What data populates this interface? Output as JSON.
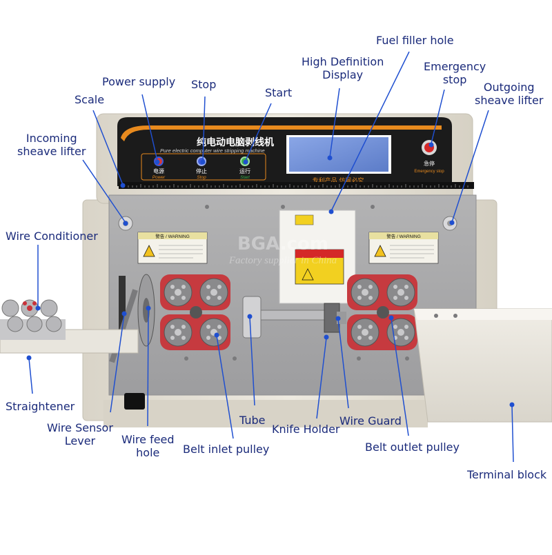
{
  "machine": {
    "title_cn": "纯电动电脑剥线机",
    "title_en": "Pure electric computer wire stripping machine",
    "power_cn": "电源",
    "power_en": "Power",
    "stop_cn": "停止",
    "stop_en": "Stop",
    "start_cn": "运行",
    "start_en": "Start",
    "emergency_cn": "急停",
    "emergency_en": "Emergency stop",
    "patent_cn": "专利产品  仿冒必究",
    "warning_left": "警告 / WARNING",
    "warning_right": "警告 / WARNING",
    "watermark_1": "BGA.com",
    "watermark_2": "Factory supplier in China"
  },
  "labels": {
    "fuel_filler_hole": "Fuel filler hole",
    "high_definition_display": "High Definition\nDisplay",
    "emergency_stop": "Emergency\nstop",
    "power_supply": "Power supply",
    "stop": "Stop",
    "start": "Start",
    "outgoing_sheave_lifter": "Outgoing\nsheave lifter",
    "scale": "Scale",
    "incoming_sheave_lifter": "Incoming\nsheave lifter",
    "wire_conditioner": "Wire Conditioner",
    "straightener": "Straightener",
    "wire_sensor_lever": "Wire Sensor\nLever",
    "wire_feed_hole": "Wire feed\nhole",
    "tube": "Tube",
    "knife_holder": "Knife Holder",
    "wire_guard": "Wire Guard",
    "belt_inlet_pulley": "Belt inlet pulley",
    "belt_outlet_pulley": "Belt outlet pulley",
    "terminal_block": "Terminal block"
  },
  "colors": {
    "label_text": "#1a2a7a",
    "leader_line": "#1f4fd0",
    "dot": "#1f4fd0",
    "panel_black": "#1b1b1b",
    "panel_orange": "#e88a1e",
    "body_beige": "#e7e2d6",
    "plate_gray": "#a9a9aa",
    "roller_red": "#c63a3f",
    "display_blue": "#6f8fd8"
  }
}
